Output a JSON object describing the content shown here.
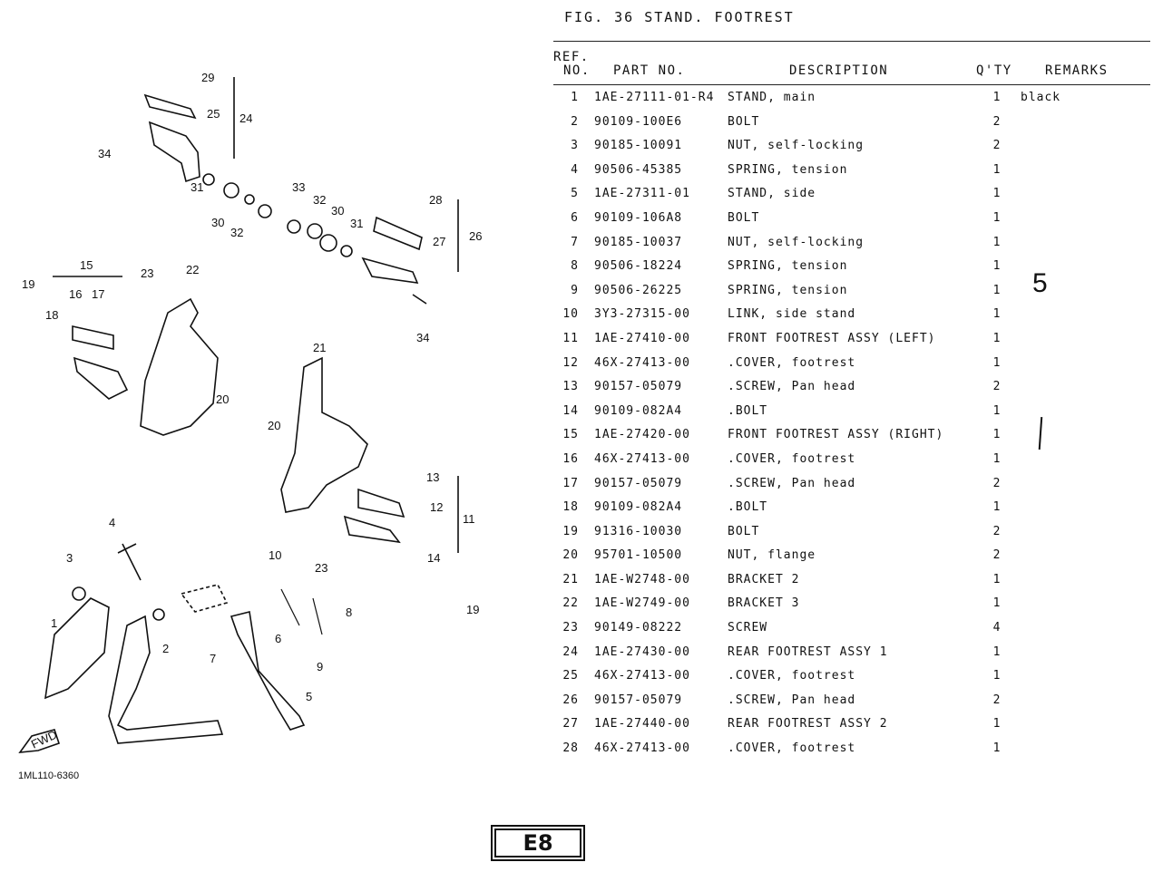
{
  "figure": {
    "title": "FIG. 36   STAND. FOOTREST"
  },
  "headers": {
    "ref_line1": "REF.",
    "ref_line2": "NO.",
    "part_no": "PART NO.",
    "description": "DESCRIPTION",
    "qty": "Q'TY",
    "remarks": "REMARKS"
  },
  "parts": [
    {
      "ref": "1",
      "part": "1AE-27111-01-R4",
      "desc": "STAND, main",
      "qty": "1",
      "remarks": "black"
    },
    {
      "ref": "2",
      "part": "90109-100E6",
      "desc": "BOLT",
      "qty": "2",
      "remarks": ""
    },
    {
      "ref": "3",
      "part": "90185-10091",
      "desc": "NUT, self-locking",
      "qty": "2",
      "remarks": ""
    },
    {
      "ref": "4",
      "part": "90506-45385",
      "desc": "SPRING, tension",
      "qty": "1",
      "remarks": ""
    },
    {
      "ref": "5",
      "part": "1AE-27311-01",
      "desc": "STAND, side",
      "qty": "1",
      "remarks": ""
    },
    {
      "ref": "6",
      "part": "90109-106A8",
      "desc": "BOLT",
      "qty": "1",
      "remarks": ""
    },
    {
      "ref": "7",
      "part": "90185-10037",
      "desc": "NUT, self-locking",
      "qty": "1",
      "remarks": ""
    },
    {
      "ref": "8",
      "part": "90506-18224",
      "desc": "SPRING, tension",
      "qty": "1",
      "remarks": ""
    },
    {
      "ref": "9",
      "part": "90506-26225",
      "desc": "SPRING, tension",
      "qty": "1",
      "remarks": ""
    },
    {
      "ref": "10",
      "part": "3Y3-27315-00",
      "desc": "LINK, side stand",
      "qty": "1",
      "remarks": ""
    },
    {
      "ref": "11",
      "part": "1AE-27410-00",
      "desc": "FRONT FOOTREST ASSY (LEFT)",
      "qty": "1",
      "remarks": ""
    },
    {
      "ref": "12",
      "part": "46X-27413-00",
      "desc": ".COVER, footrest",
      "qty": "1",
      "remarks": ""
    },
    {
      "ref": "13",
      "part": "90157-05079",
      "desc": ".SCREW, Pan head",
      "qty": "2",
      "remarks": ""
    },
    {
      "ref": "14",
      "part": "90109-082A4",
      "desc": ".BOLT",
      "qty": "1",
      "remarks": ""
    },
    {
      "ref": "15",
      "part": "1AE-27420-00",
      "desc": "FRONT FOOTREST ASSY (RIGHT)",
      "qty": "1",
      "remarks": ""
    },
    {
      "ref": "16",
      "part": "46X-27413-00",
      "desc": ".COVER, footrest",
      "qty": "1",
      "remarks": ""
    },
    {
      "ref": "17",
      "part": "90157-05079",
      "desc": ".SCREW, Pan head",
      "qty": "2",
      "remarks": ""
    },
    {
      "ref": "18",
      "part": "90109-082A4",
      "desc": ".BOLT",
      "qty": "1",
      "remarks": ""
    },
    {
      "ref": "19",
      "part": "91316-10030",
      "desc": "BOLT",
      "qty": "2",
      "remarks": ""
    },
    {
      "ref": "20",
      "part": "95701-10500",
      "desc": "NUT, flange",
      "qty": "2",
      "remarks": ""
    },
    {
      "ref": "21",
      "part": "1AE-W2748-00",
      "desc": "BRACKET 2",
      "qty": "1",
      "remarks": ""
    },
    {
      "ref": "22",
      "part": "1AE-W2749-00",
      "desc": "BRACKET 3",
      "qty": "1",
      "remarks": ""
    },
    {
      "ref": "23",
      "part": "90149-08222",
      "desc": "SCREW",
      "qty": "4",
      "remarks": ""
    },
    {
      "ref": "24",
      "part": "1AE-27430-00",
      "desc": "REAR FOOTREST ASSY 1",
      "qty": "1",
      "remarks": ""
    },
    {
      "ref": "25",
      "part": "46X-27413-00",
      "desc": ".COVER, footrest",
      "qty": "1",
      "remarks": ""
    },
    {
      "ref": "26",
      "part": "90157-05079",
      "desc": ".SCREW, Pan head",
      "qty": "2",
      "remarks": ""
    },
    {
      "ref": "27",
      "part": "1AE-27440-00",
      "desc": "REAR FOOTREST ASSY 2",
      "qty": "1",
      "remarks": ""
    },
    {
      "ref": "28",
      "part": "46X-27413-00",
      "desc": ".COVER, footrest",
      "qty": "1",
      "remarks": ""
    }
  ],
  "annotations": {
    "handwritten_5": "5",
    "handwritten_1": "1"
  },
  "diagram": {
    "callouts": [
      "1",
      "2",
      "3",
      "4",
      "5",
      "6",
      "7",
      "8",
      "9",
      "10",
      "11",
      "12",
      "13",
      "14",
      "15",
      "16",
      "17",
      "18",
      "19",
      "19",
      "20",
      "20",
      "21",
      "22",
      "23",
      "23",
      "24",
      "25",
      "26",
      "27",
      "28",
      "29",
      "30",
      "30",
      "31",
      "31",
      "32",
      "32",
      "33",
      "34",
      "34"
    ],
    "fwd_label": "FWD"
  },
  "footer": {
    "code": "1ML110-6360",
    "page": "E8"
  }
}
